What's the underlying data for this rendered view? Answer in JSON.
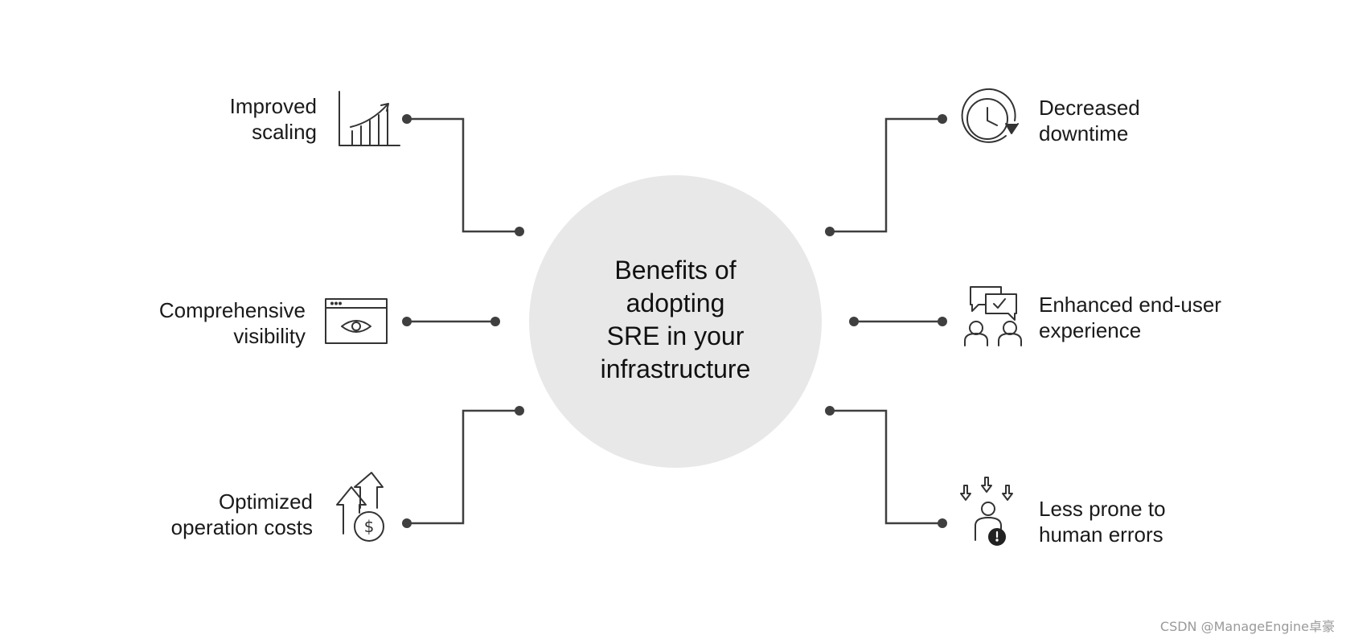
{
  "center": {
    "title_lines": [
      "Benefits of",
      "adopting",
      "SRE in your",
      "infrastructure"
    ]
  },
  "benefits": {
    "improved_scaling": {
      "lines": [
        "Improved",
        "scaling"
      ],
      "icon": "growth-chart-icon"
    },
    "comprehensive_visibility": {
      "lines": [
        "Comprehensive",
        "visibility"
      ],
      "icon": "browser-eye-icon"
    },
    "optimized_costs": {
      "lines": [
        "Optimized",
        "operation costs"
      ],
      "icon": "cost-arrows-icon"
    },
    "decreased_downtime": {
      "lines": [
        "Decreased",
        "downtime"
      ],
      "icon": "clock-refresh-icon"
    },
    "enhanced_experience": {
      "lines": [
        "Enhanced end-user",
        "experience"
      ],
      "icon": "users-chat-icon"
    },
    "less_errors": {
      "lines": [
        "Less prone to",
        "human errors"
      ],
      "icon": "user-alert-icon"
    }
  },
  "colors": {
    "circle": "#e8e8e8",
    "connector": "#3f3f3f",
    "icon": "#333333"
  },
  "watermark": "CSDN @ManageEngine卓豪"
}
